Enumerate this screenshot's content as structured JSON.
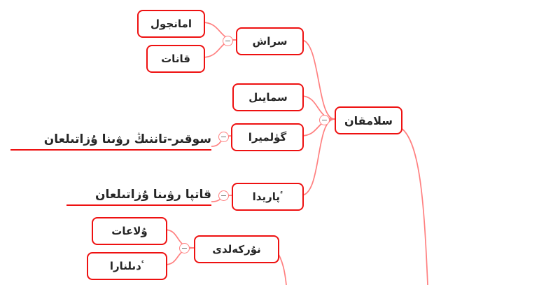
{
  "mindmap": {
    "root": {
      "label": "سلامقان"
    },
    "nodes": {
      "srash": {
        "label": "سراش"
      },
      "amanjol": {
        "label": "امانجول"
      },
      "qanat": {
        "label": "قانات"
      },
      "smaiyl": {
        "label": "سمايىل"
      },
      "gulmira": {
        "label": "گۈلميرا"
      },
      "gulmira_note": {
        "label": "سوقىر-تاننىڭ رۋىنا ۇزاتىلعان"
      },
      "parida": {
        "label": "ٴپاريدا"
      },
      "parida_note": {
        "label": "قاتپا رۋىنا ۇزاتىلعان"
      },
      "nurkeldi": {
        "label": "نۇركەلدى"
      },
      "ulagat": {
        "label": "ۇلاعات"
      },
      "dilnara": {
        "label": "ٴدىلنارا"
      }
    },
    "fold_icon": "−",
    "colors": {
      "node_border": "#ee1111",
      "edge": "#ff8080",
      "underline": "#ee1111",
      "text": "#262626",
      "background": "#ffffff"
    }
  }
}
